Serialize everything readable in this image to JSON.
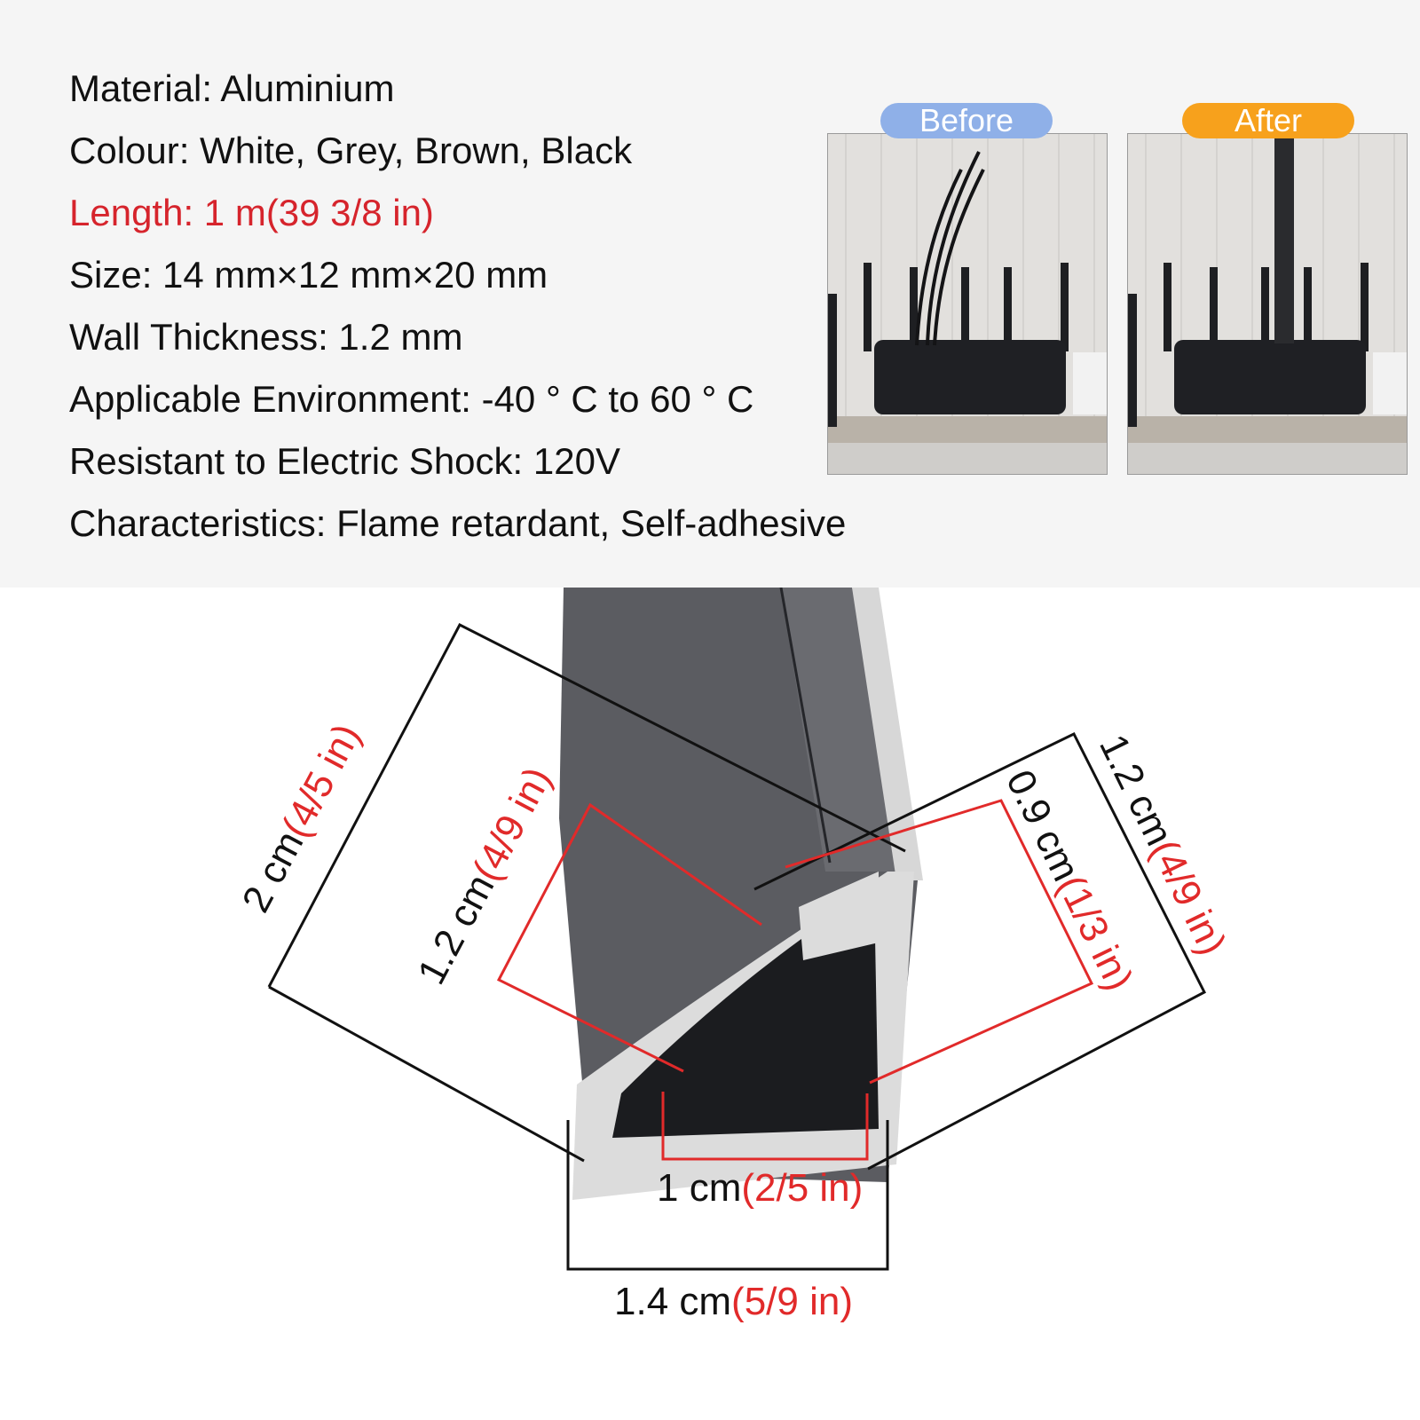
{
  "specs": [
    {
      "text": "Material: Aluminium",
      "highlight": false
    },
    {
      "text": "Colour: White, Grey, Brown, Black",
      "highlight": false
    },
    {
      "text": "Length: 1 m(39 3/8 in)",
      "highlight": true
    },
    {
      "text": "Size: 14 mm×12 mm×20 mm",
      "highlight": false
    },
    {
      "text": "Wall Thickness: 1.2 mm",
      "highlight": false
    },
    {
      "text": "Applicable Environment: -40 ° C to 60 ° C",
      "highlight": false
    },
    {
      "text": "Resistant to Electric Shock: 120V",
      "highlight": false
    },
    {
      "text": "Characteristics: Flame retardant, Self-adhesive",
      "highlight": false
    }
  ],
  "comparison": {
    "before_label": "Before",
    "after_label": "After"
  },
  "dimensions": {
    "outer_side": {
      "cm": "2 cm",
      "inch": "(4/5 in)"
    },
    "inner_side": {
      "cm": "1.2 cm",
      "inch": "(4/9 in)"
    },
    "inner_right": {
      "cm": "0.9 cm",
      "inch": "(1/3 in)"
    },
    "outer_right": {
      "cm": "1.2 cm",
      "inch": "(4/9 in)"
    },
    "inner_base": {
      "cm": "1 cm",
      "inch": "(2/5 in)"
    },
    "outer_base": {
      "cm": "1.4 cm",
      "inch": "(5/9 in)"
    }
  },
  "colors": {
    "highlight_red": "#d6242c",
    "before_pill": "#8fb0e8",
    "after_pill": "#f7a11c"
  }
}
